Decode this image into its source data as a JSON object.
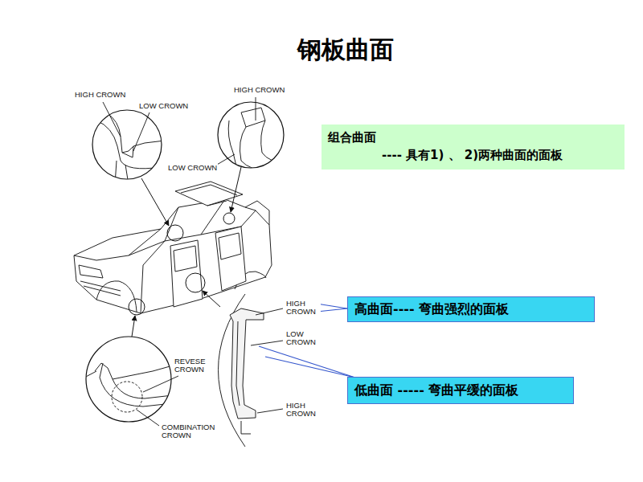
{
  "diagram": {
    "title": "钢板曲面",
    "nodes": [
      {
        "text": [
          "组合曲面",
          "---- 具有1) 、 2)两种曲面的面板"
        ]
      },
      {
        "text": [
          "高曲面---- 弯曲强烈的面板"
        ]
      },
      {
        "text": [
          "低曲面 ----- 弯曲平缓的面板"
        ]
      }
    ],
    "labels": [
      "HIGH CROWN",
      "LOW CROWN",
      "HIGH CROWN",
      "LOW CROWN",
      "HIGH CROWN",
      "LOW CROWN",
      "REVESE CROWN",
      "HIGH CROWN",
      "COMBINATION CROWN"
    ]
  }
}
